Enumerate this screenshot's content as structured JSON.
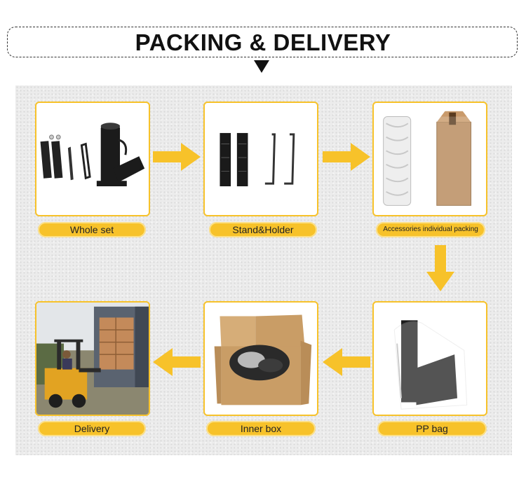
{
  "header": {
    "title": "PACKING & DELIVERY"
  },
  "steps": [
    {
      "label": "Whole set"
    },
    {
      "label": "Stand&Holder"
    },
    {
      "label": "Accessories individual packing"
    },
    {
      "label": "PP bag"
    },
    {
      "label": "Inner box"
    },
    {
      "label": "Delivery"
    }
  ],
  "colors": {
    "accent": "#f7c22a",
    "panel": "#ececec",
    "title": "#111111"
  },
  "icons": [
    "arrow-right-icon",
    "arrow-down-icon",
    "arrow-left-icon",
    "pointer-down-icon"
  ]
}
